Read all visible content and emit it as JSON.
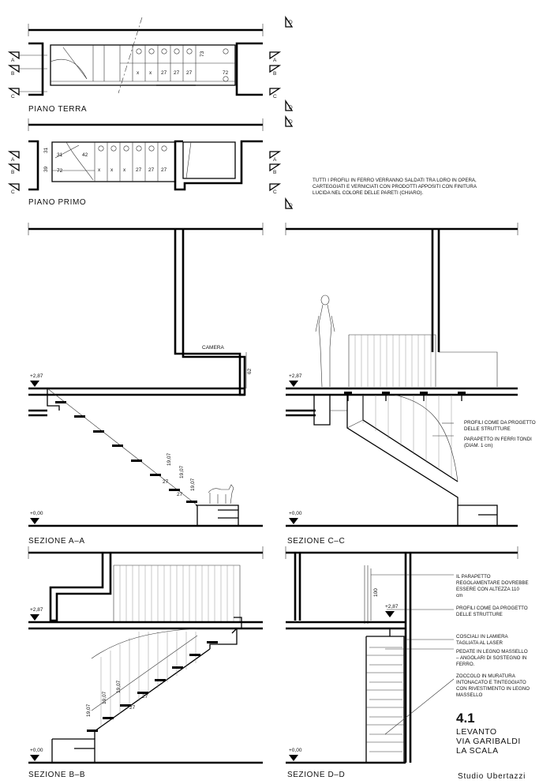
{
  "plans": {
    "ground_floor_label": "PIANO TERRA",
    "first_floor_label": "PIANO PRIMO",
    "section_markers": [
      "A",
      "B",
      "C",
      "D"
    ],
    "ground_dims": [
      "73",
      "27",
      "27",
      "27",
      "72"
    ],
    "ground_marks": [
      "x",
      "x"
    ],
    "first_dims": [
      "31",
      "31",
      "39",
      "42",
      "72",
      "27",
      "27",
      "27"
    ],
    "first_marks": [
      "x",
      "x",
      "x"
    ]
  },
  "general_note": {
    "line1": "TUTTI I PROFILI IN FERRO VERRANNO SALDATI TRA LORO IN OPERA,",
    "line2": "CARTEGGIATI E VERNICIATI CON PRODOTTI APPOSITI CON FINITURA",
    "line3": "LUCIDA NEL COLORE DELLE PARETI (CHIARO)."
  },
  "section_aa": {
    "label": "SEZIONE A–A",
    "room_label": "CAMERA",
    "level_top": "+2,87",
    "level_bottom": "+0,00",
    "dim_62": "62",
    "risers": [
      "19,07",
      "19,07",
      "19,07"
    ],
    "treads": [
      "27",
      "27"
    ]
  },
  "section_cc": {
    "label": "SEZIONE C–C",
    "level_top": "+2,87",
    "level_bottom": "+0,00",
    "note_profiles_1": "PROFILI COME DA PROGETTO",
    "note_profiles_2": "DELLE STRUTTURE",
    "note_parapet_1": "PARAPETTO IN FERRI TONDI",
    "note_parapet_2": "(DIAM. 1 cm)"
  },
  "section_bb": {
    "label": "SEZIONE B–B",
    "level_top": "+2,87",
    "level_bottom": "+0,00",
    "risers": [
      "19,07",
      "19,07",
      "19,07"
    ],
    "treads": [
      "27",
      "27"
    ]
  },
  "section_dd": {
    "label": "SEZIONE D–D",
    "level_top": "+2,87",
    "level_bottom": "+0,00",
    "dim_100": "100",
    "note1_l1": "IL PARAPETTO",
    "note1_l2": "REGOLAMENTARE DOVREBBE",
    "note1_l3": "ESSERE CON ALTEZZA 110",
    "note1_l4": "cm",
    "note2_l1": "PROFILI COME DA PROGETTO",
    "note2_l2": "DELLE STRUTTURE",
    "note3_l1": "COSCIALI IN LAMIERA",
    "note3_l2": "TAGLIATA AL LASER",
    "note4_l1": "PEDATE IN LEGNO MASSELLO",
    "note4_l2": "– ANGOLARI DI SOSTEGNO IN",
    "note4_l3": "FERRO.",
    "note5_l1": "ZOCCOLO IN MURATURA",
    "note5_l2": "INTONACATO E TINTEGGIATO",
    "note5_l3": "CON RIVESTIMENTO IN LEGNO",
    "note5_l4": "MASSELLO"
  },
  "title_block": {
    "sheet_number": "4.1",
    "line1": "LEVANTO",
    "line2": "VIA GARIBALDI",
    "line3": "LA SCALA",
    "studio": "Studio Ubertazzi"
  }
}
